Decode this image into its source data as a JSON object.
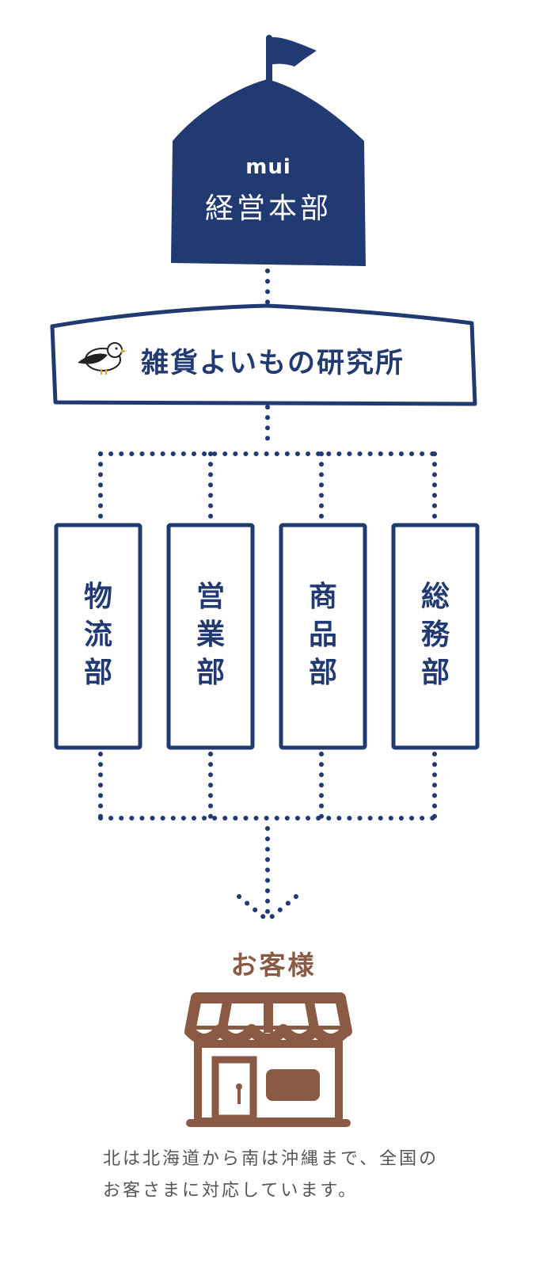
{
  "headquarters": {
    "brand": "mui",
    "title": "経営本部"
  },
  "research_lab": {
    "name": "雑貨よいもの研究所",
    "icon": "seagull-icon"
  },
  "departments": [
    {
      "label": "物流部"
    },
    {
      "label": "営業部"
    },
    {
      "label": "商品部"
    },
    {
      "label": "総務部"
    }
  ],
  "customer": {
    "title": "お客様",
    "icon": "shop-icon"
  },
  "description": "北は北海道から南は沖縄まで、全国のお客さまに対応しています。",
  "colors": {
    "navy": "#213a72",
    "brown": "#8a5a45",
    "text": "#555555",
    "white": "#ffffff"
  }
}
